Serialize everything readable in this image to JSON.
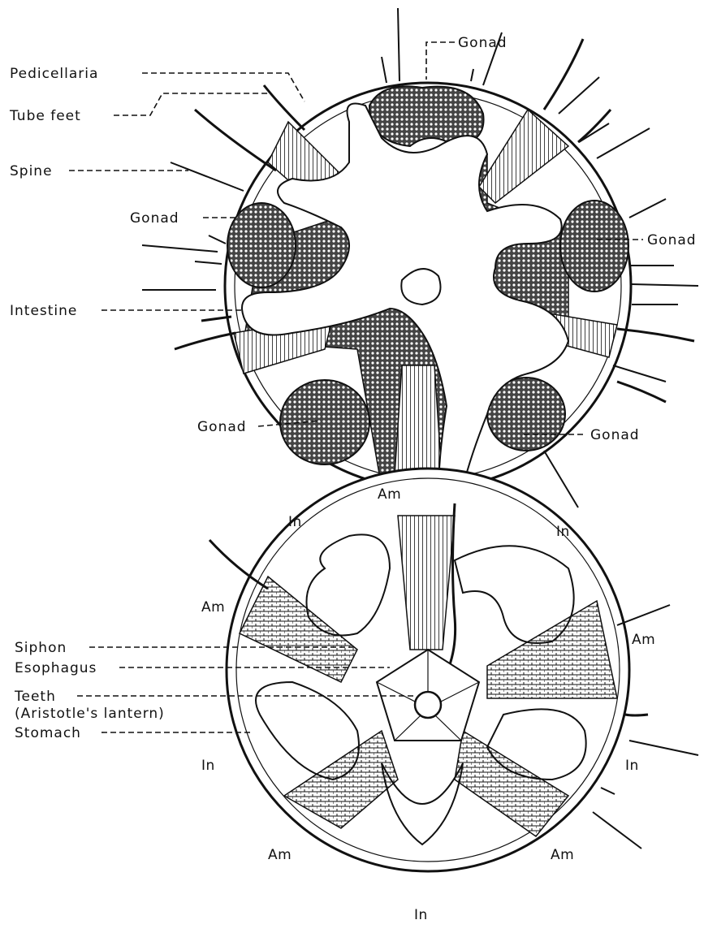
{
  "labels": {
    "gonad_top": "Gonad",
    "pedicellaria": "Pedicellaria",
    "tube_feet": "Tube feet",
    "spine": "Spine",
    "gonad_left": "Gonad",
    "gonad_right": "Gonad",
    "intestine": "Intestine",
    "gonad_bottom_left": "Gonad",
    "gonad_bottom_right": "Gonad",
    "am_center": "Am",
    "in_upper_left": "In",
    "in_upper_right": "In",
    "am_left": "Am",
    "am_right": "Am",
    "siphon": "Siphon",
    "esophagus": "Esophagus",
    "teeth": "Teeth",
    "aristotles_lantern": "(Aristotle's lantern)",
    "stomach": "Stomach",
    "in_left": "In",
    "in_right": "In",
    "am_bottom_left": "Am",
    "am_bottom_right": "Am",
    "in_bottom": "In"
  },
  "colors": {
    "ink": "#111111",
    "paper": "#ffffff",
    "gonad_fill": "#3a3a3a"
  }
}
